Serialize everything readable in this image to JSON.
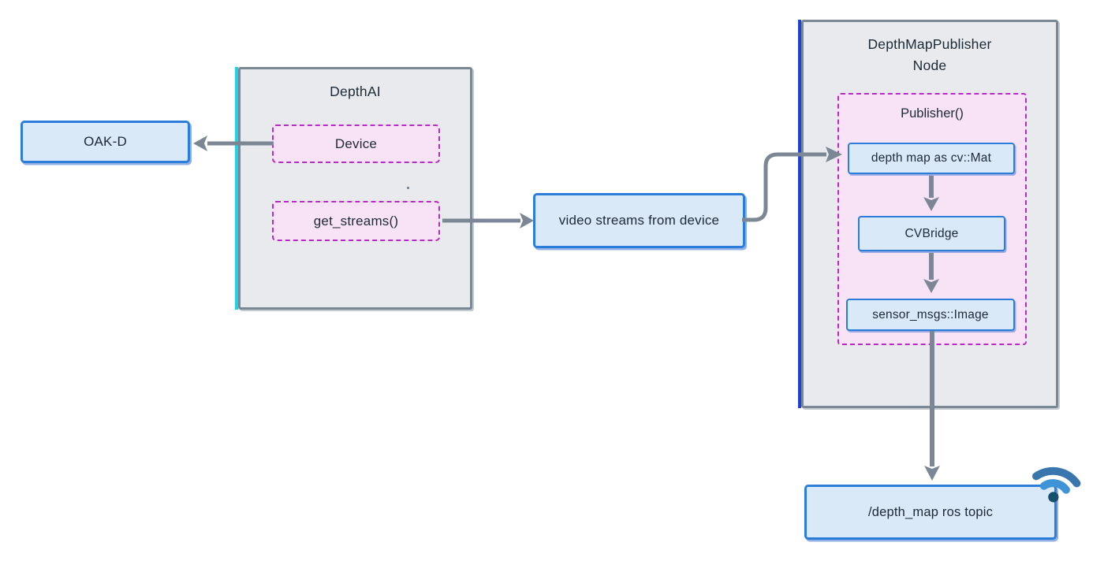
{
  "colors": {
    "background": "#ffffff",
    "container_fill": "#e8eaed",
    "container_border": "#7a8794",
    "cyan_accent": "#23d2e2",
    "blue_accent": "#1f41d8",
    "blue_box_fill": "#d9e9f8",
    "blue_box_border": "#2b7dd9",
    "pink_fill": "#f8e2f6",
    "pink_border": "#b42cc4",
    "arrow": "#7b8794",
    "text": "#1d2935",
    "wifi_outer": "#3a76ae",
    "wifi_inner": "#3e94d6",
    "wifi_dot": "#14506e"
  },
  "nodes": {
    "oakd": {
      "label": "OAK-D"
    },
    "depthai": {
      "title": "DepthAI",
      "device_label": "Device",
      "get_streams_label": "get_streams()"
    },
    "video_streams": {
      "label": "video streams from device"
    },
    "publisher_node": {
      "title_line1": "DepthMapPublisher",
      "title_line2": "Node",
      "publisher_label": "Publisher()",
      "depth_map_label": "depth map as cv::Mat",
      "cvbridge_label": "CVBridge",
      "sensor_msgs_label": "sensor_msgs::Image"
    },
    "ros_topic": {
      "label": "/depth_map ros topic"
    }
  },
  "icons": {
    "wifi": "wifi"
  }
}
